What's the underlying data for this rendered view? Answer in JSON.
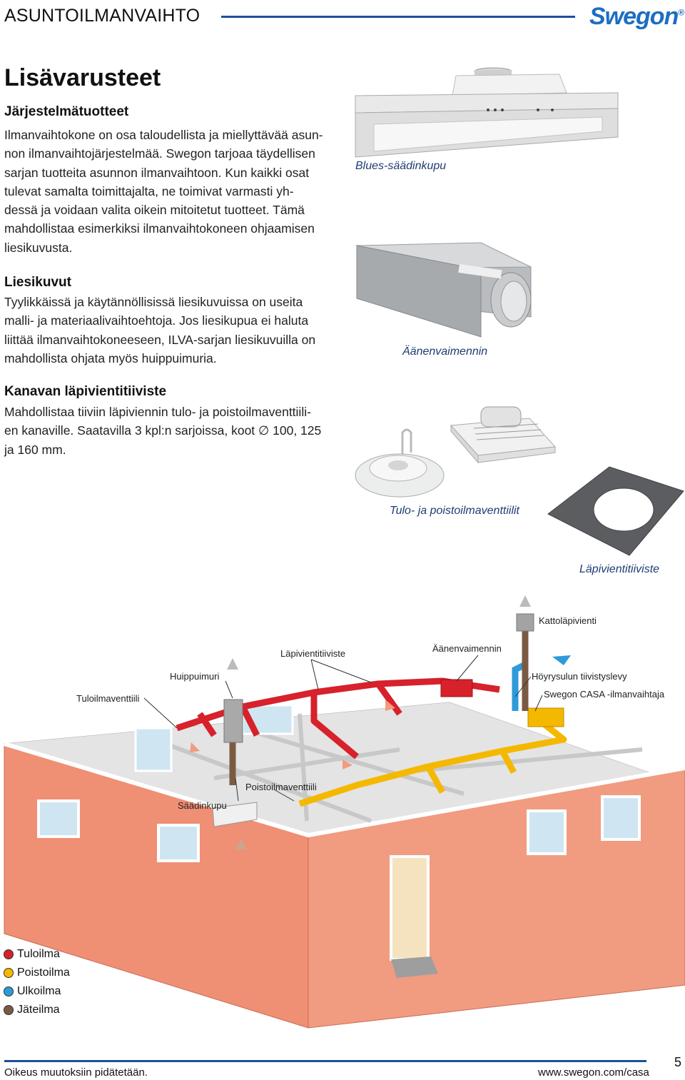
{
  "header": {
    "title": "ASUNTOILMANVAIHTO",
    "logo_text": "Swegon",
    "logo_mark": "®"
  },
  "page_title": "Lisävarusteet",
  "sections": [
    {
      "heading": "Järjestelmätuotteet",
      "lines": [
        "Ilmanvaihtokone on osa taloudellista ja miellyttävää asun-",
        "non ilmanvaihtojärjestelmää. Swegon tarjoaa täydellisen",
        "sarjan tuotteita asunnon ilmanvaihtoon. Kun kaikki osat",
        "tulevat samalta toimittajalta, ne toimivat varmasti yh-",
        "dessä ja voidaan valita oikein mitoitetut tuotteet. Tämä",
        "mahdollistaa esimerkiksi ilmanvaihtokoneen ohjaamisen",
        "liesikuvusta."
      ]
    },
    {
      "heading": "Liesikuvut",
      "lines": [
        "Tyylikkäissä ja käytännöllisissä liesikuvuissa on useita",
        "malli- ja materiaalivaihtoehtoja. Jos liesikupua ei haluta",
        "liittää ilmanvaihtokoneeseen, ILVA-sarjan liesikuvuilla on",
        "mahdollista ohjata myös huippuimuria."
      ]
    },
    {
      "heading": "Kanavan läpivientitiiviste",
      "lines": [
        "Mahdollistaa tiiviin läpiviennin tulo- ja poistoilmaventtiili-",
        "en kanaville. Saatavilla 3 kpl:n sarjoissa, koot ∅ 100, 125",
        "ja 160 mm."
      ]
    }
  ],
  "captions": {
    "hood": "Blues-säädinkupu",
    "silencer": "Äänenvaimennin",
    "valves": "Tulo- ja poistoilmaventtiilit",
    "seal": "Läpivientitiiviste"
  },
  "diagram_labels": {
    "kattolapivienti": "Kattoläpivienti",
    "lapivientitiiviste": "Läpivientitiiviste",
    "aanenvaimennin": "Äänenvaimennin",
    "huippuimuri": "Huippuimuri",
    "hoyrysulun": "Höyrysulun tiivistyslevy",
    "tuloilmaventtiili": "Tuloilmaventtiili",
    "swegon_casa": "Swegon CASA -ilmanvaihtaja",
    "poistoilmaventtiili": "Poistoilmaventtiili",
    "saadinkupu": "Säädinkupu"
  },
  "legend": [
    {
      "label": "Tuloilma",
      "color": "#d7212b"
    },
    {
      "label": "Poistoilma",
      "color": "#f5b800"
    },
    {
      "label": "Ulkoilma",
      "color": "#2e9ad8"
    },
    {
      "label": "Jäteilma",
      "color": "#7b5a44"
    }
  ],
  "colors": {
    "accent_blue": "#1d4f9c",
    "supply_red": "#d7212b",
    "exhaust_yellow": "#f5b800",
    "wall_salmon": "#ef8f74"
  },
  "footer": {
    "note": "Oikeus muutoksiin pidätetään.",
    "url": "www.swegon.com/casa",
    "page_number": "5"
  }
}
